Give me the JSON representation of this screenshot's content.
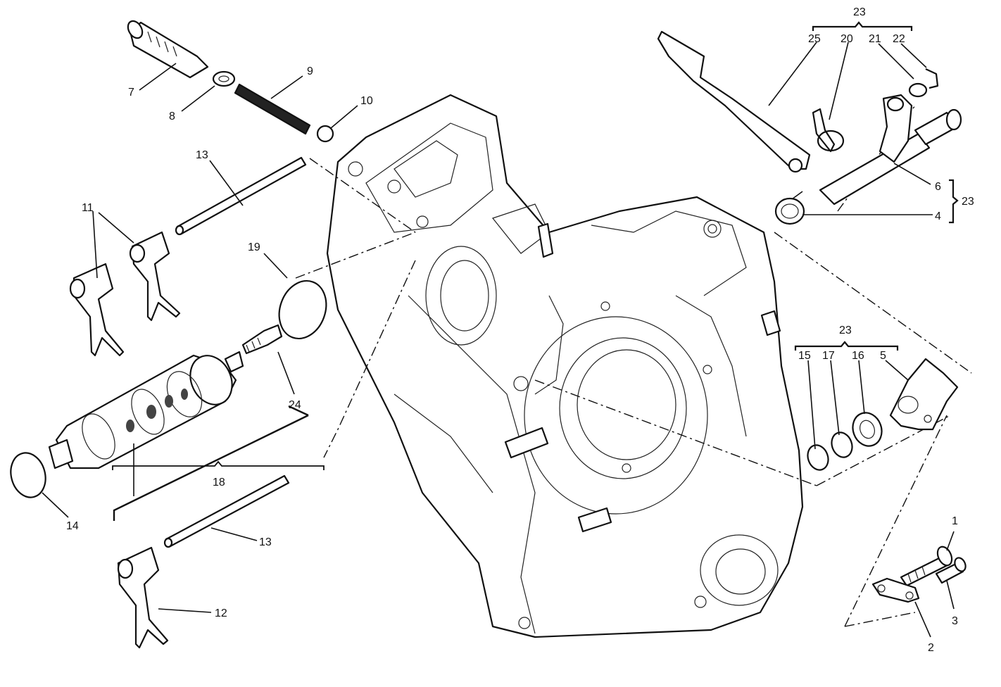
{
  "labels": {
    "l1": "1",
    "l2": "2",
    "l3": "3",
    "l4": "4",
    "l5": "5",
    "l6": "6",
    "l7": "7",
    "l8": "8",
    "l9": "9",
    "l10": "10",
    "l11": "11",
    "l12": "12",
    "l13a": "13",
    "l13b": "13",
    "l14": "14",
    "l15": "15",
    "l16": "16",
    "l17": "17",
    "l18": "18",
    "l19": "19",
    "l20": "20",
    "l21": "21",
    "l22": "22",
    "l23a": "23",
    "l23b": "23",
    "l23c": "23",
    "l24": "24",
    "l25": "25"
  }
}
